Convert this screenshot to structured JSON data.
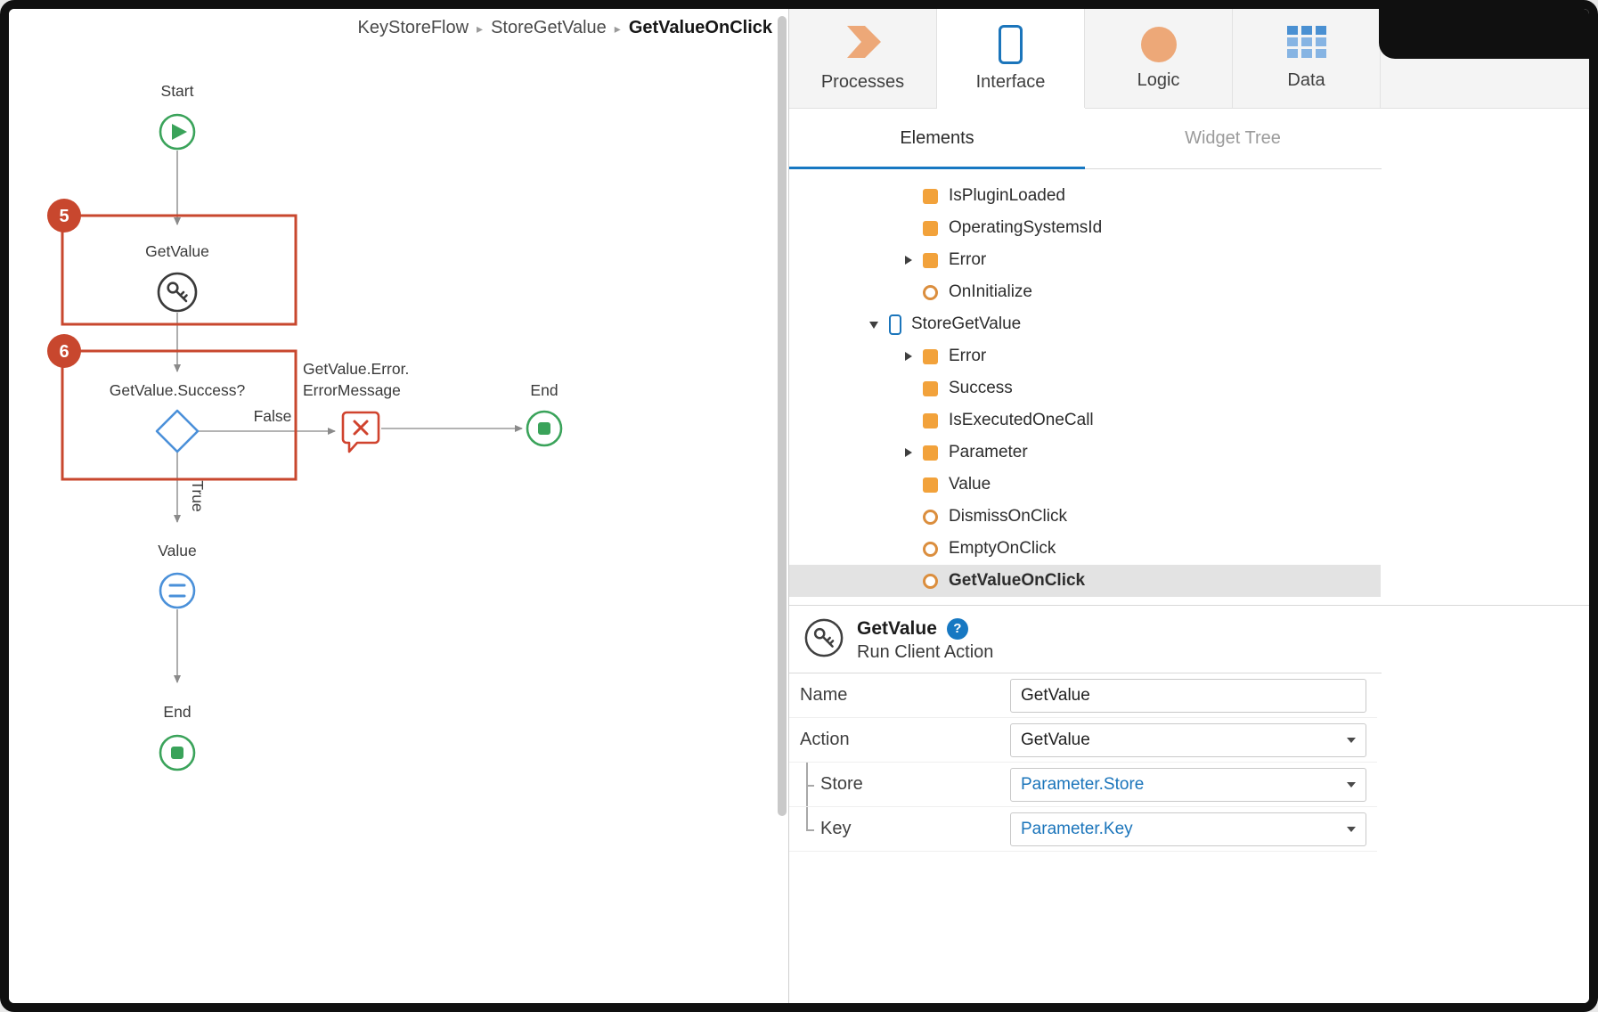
{
  "breadcrumb": {
    "items": [
      "KeyStoreFlow",
      "StoreGetValue",
      "GetValueOnClick"
    ],
    "separator": "▸"
  },
  "flow": {
    "nodes": {
      "start": "Start",
      "getvalue": "GetValue",
      "decision": "GetValue.Success?",
      "error_line1": "GetValue.Error.",
      "error_line2": "ErrorMessage",
      "end_right": "End",
      "value": "Value",
      "end_bottom": "End"
    },
    "edges": {
      "false_label": "False",
      "true_label": "True"
    },
    "annotations": {
      "badge_5": "5",
      "badge_6": "6"
    }
  },
  "toolbar_tabs": [
    {
      "label": "Processes",
      "icon": "processes-chevron-icon",
      "selected": false
    },
    {
      "label": "Interface",
      "icon": "interface-phone-icon",
      "selected": true
    },
    {
      "label": "Logic",
      "icon": "logic-circle-icon",
      "selected": false
    },
    {
      "label": "Data",
      "icon": "data-table-icon",
      "selected": false
    }
  ],
  "panel_tabs": [
    {
      "label": "Elements",
      "selected": true
    },
    {
      "label": "Widget Tree",
      "selected": false
    }
  ],
  "tree": {
    "items": [
      {
        "label": "IsPluginLoaded",
        "icon": "attribute-square-icon",
        "level": 2,
        "expand": "none",
        "selected": false
      },
      {
        "label": "OperatingSystemsId",
        "icon": "attribute-square-icon",
        "level": 2,
        "expand": "none",
        "selected": false
      },
      {
        "label": "Error",
        "icon": "attribute-square-icon",
        "level": 2,
        "expand": "collapsed",
        "selected": false
      },
      {
        "label": "OnInitialize",
        "icon": "event-circle-icon",
        "level": 2,
        "expand": "none",
        "selected": false
      },
      {
        "label": "StoreGetValue",
        "icon": "screen-phone-icon",
        "level": 1,
        "expand": "expanded",
        "selected": false
      },
      {
        "label": "Error",
        "icon": "attribute-square-icon",
        "level": 2,
        "expand": "collapsed",
        "selected": false
      },
      {
        "label": "Success",
        "icon": "attribute-square-icon",
        "level": 2,
        "expand": "none",
        "selected": false
      },
      {
        "label": "IsExecutedOneCall",
        "icon": "attribute-square-icon",
        "level": 2,
        "expand": "none",
        "selected": false
      },
      {
        "label": "Parameter",
        "icon": "attribute-square-icon",
        "level": 2,
        "expand": "collapsed",
        "selected": false
      },
      {
        "label": "Value",
        "icon": "attribute-square-icon",
        "level": 2,
        "expand": "none",
        "selected": false
      },
      {
        "label": "DismissOnClick",
        "icon": "event-circle-icon",
        "level": 2,
        "expand": "none",
        "selected": false
      },
      {
        "label": "EmptyOnClick",
        "icon": "event-circle-icon",
        "level": 2,
        "expand": "none",
        "selected": false
      },
      {
        "label": "GetValueOnClick",
        "icon": "event-circle-icon",
        "level": 2,
        "expand": "none",
        "selected": true
      }
    ]
  },
  "properties": {
    "title": "GetValue",
    "subtitle": "Run Client Action",
    "help_label": "?",
    "fields": [
      {
        "label": "Name",
        "value": "GetValue",
        "type": "input",
        "link": false,
        "sub": false
      },
      {
        "label": "Action",
        "value": "GetValue",
        "type": "select",
        "link": false,
        "sub": false
      },
      {
        "label": "Store",
        "value": "Parameter.Store",
        "type": "select",
        "link": true,
        "sub": true
      },
      {
        "label": "Key",
        "value": "Parameter.Key",
        "type": "select",
        "link": true,
        "sub": true
      }
    ]
  },
  "colors": {
    "annotation_red": "#C8472E",
    "accent_blue": "#1B75BB",
    "underline_blue": "#1778C2",
    "icon_orange": "#F2A23B",
    "icon_tan": "#EDA878",
    "flow_green": "#3AA35A",
    "flow_blue": "#4A90D9",
    "selection_gray": "#E3E3E3"
  }
}
